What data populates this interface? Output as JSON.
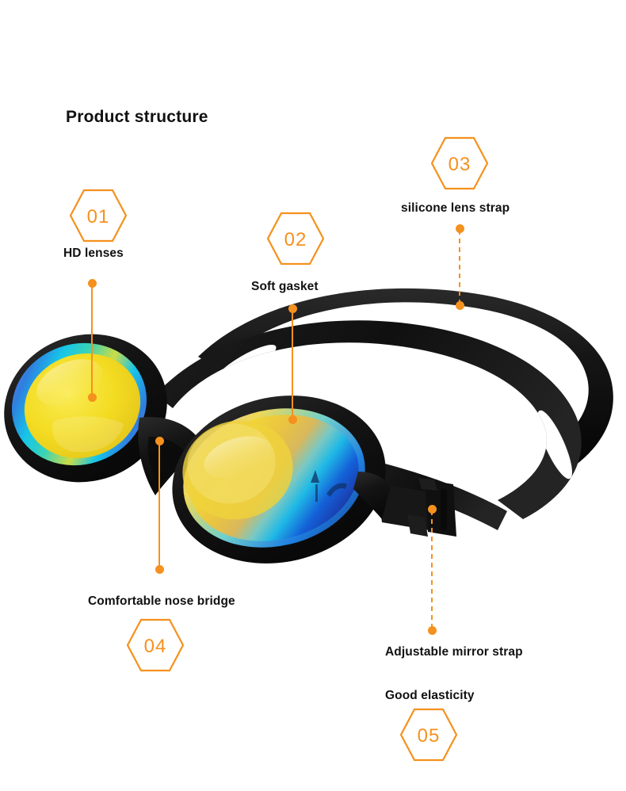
{
  "page": {
    "title": "Product structure",
    "background_color": "#ffffff",
    "accent_color": "#F5911E",
    "text_color": "#111111"
  },
  "product": {
    "name": "swimming-goggles",
    "frame_color": "#141414",
    "strap_color": "#1a1a1a",
    "lens_gold": "#F2D21A",
    "lens_amber": "#E8B93A",
    "lens_cyan": "#17B6E8",
    "lens_blue": "#1340C8",
    "lens_violet": "#8A6FD0"
  },
  "callouts": [
    {
      "number": "01",
      "label": "HD lenses",
      "line_style": "solid",
      "target": "left-lens"
    },
    {
      "number": "02",
      "label": "Soft gasket",
      "line_style": "solid",
      "target": "gasket"
    },
    {
      "number": "03",
      "label": "silicone lens strap",
      "line_style": "dashed",
      "target": "strap"
    },
    {
      "number": "04",
      "label": "Comfortable nose bridge",
      "line_style": "solid",
      "target": "nose-bridge"
    },
    {
      "number": "05",
      "label": "Good elasticity",
      "line_style": "dashed",
      "target": "buckle"
    },
    {
      "number": "",
      "label": "Adjustable mirror strap",
      "line_style": "dashed",
      "target": "buckle"
    }
  ]
}
